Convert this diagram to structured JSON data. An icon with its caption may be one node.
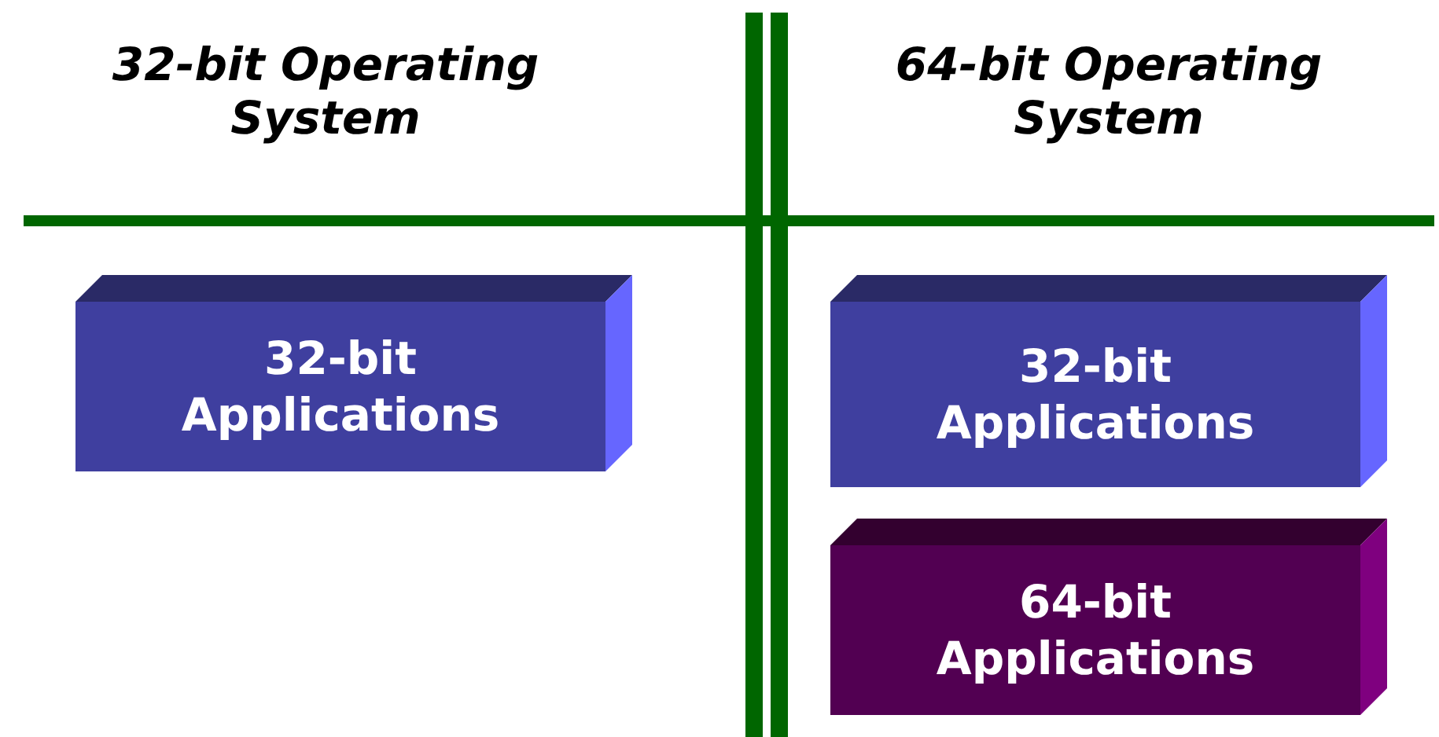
{
  "diagram": {
    "nodes": [
      {
        "text": [
          "32-bit Applications"
        ]
      },
      {
        "text": [
          "32-bit Applications"
        ]
      },
      {
        "text": [
          "64-bit Applications"
        ]
      }
    ],
    "labels": [
      "32-bit Operating System",
      "64-bit Operating System"
    ]
  }
}
